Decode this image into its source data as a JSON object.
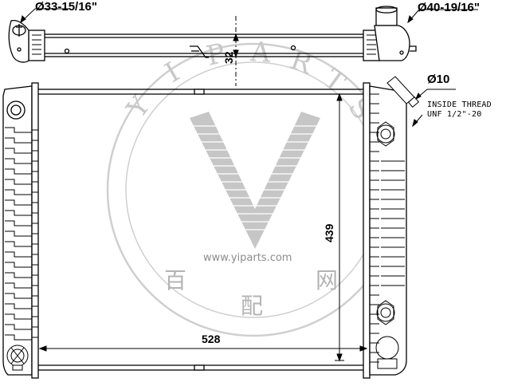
{
  "labels": {
    "inlet_diameter": "Ø33-15/16\"",
    "outlet_diameter": "Ø40-19/16\"",
    "small_diameter": "Ø10",
    "inside_thread_line1": "INSIDE THREAD",
    "inside_thread_line2": "UNF 1/2\"-20",
    "tank_height": "32",
    "core_height": "439",
    "core_width": "528"
  },
  "watermark": {
    "brand": "YIPARTS",
    "site": "www.yiparts.com",
    "chars": [
      "百",
      "配",
      "网"
    ]
  },
  "colors": {
    "line": "#000000",
    "watermark": "#c8c8c8"
  }
}
